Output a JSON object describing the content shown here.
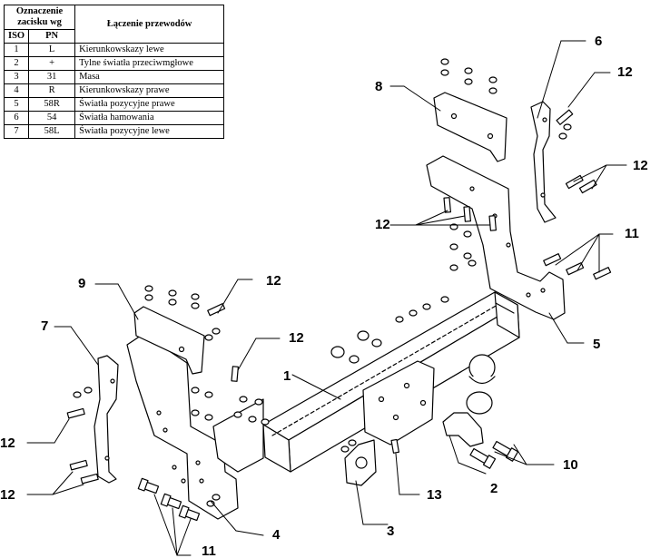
{
  "legend": {
    "header_group": "Oznaczenie zacisku wg",
    "header_group_line1": "Oznaczenie",
    "header_group_line2": "zacisku wg",
    "header_iso": "ISO",
    "header_pn": "PN",
    "header_desc": "Łączenie przewodów",
    "rows": [
      {
        "iso": "1",
        "pn": "L",
        "desc": "Kierunkowskazy lewe"
      },
      {
        "iso": "2",
        "pn": "+",
        "desc": "Tylne światła przeciwmgłowe"
      },
      {
        "iso": "3",
        "pn": "31",
        "desc": "Masa"
      },
      {
        "iso": "4",
        "pn": "R",
        "desc": "Kierunkowskazy prawe"
      },
      {
        "iso": "5",
        "pn": "58R",
        "desc": "Światła pozycyjne prawe"
      },
      {
        "iso": "6",
        "pn": "54",
        "desc": "Światła hamowania"
      },
      {
        "iso": "7",
        "pn": "58L",
        "desc": "Światła pozycyjne lewe"
      }
    ]
  },
  "callouts": {
    "c1": "1",
    "c2": "2",
    "c3": "3",
    "c4": "4",
    "c5": "5",
    "c6": "6",
    "c7": "7",
    "c8": "8",
    "c9": "9",
    "c10": "10",
    "c11_right": "11",
    "c11_bottom": "11",
    "c12_a": "12",
    "c12_b": "12",
    "c12_c": "12",
    "c12_d": "12",
    "c12_e": "12",
    "c12_f": "12",
    "c12_g": "12",
    "c13": "13"
  }
}
